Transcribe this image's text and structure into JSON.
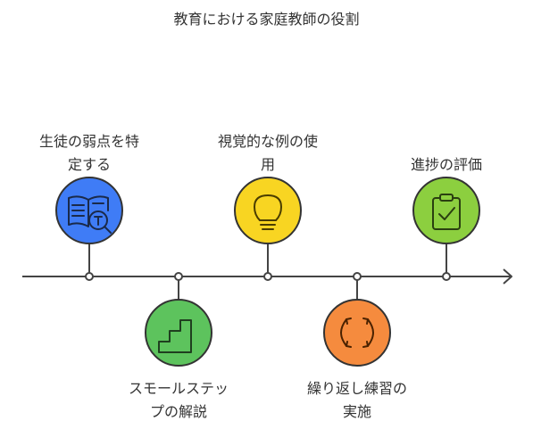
{
  "title": "教育における家庭教師の役割",
  "steps": [
    {
      "label": "生徒の弱点を特\n定する",
      "icon": "book-search-icon",
      "color": "#3f7cf6"
    },
    {
      "label": "スモールステッ\nプの解説",
      "icon": "stairs-icon",
      "color": "#5dc35d"
    },
    {
      "label": "視覚的な例の使\n用",
      "icon": "lightbulb-icon",
      "color": "#f8d522"
    },
    {
      "label": "繰り返し練習の\n実施",
      "icon": "cycle-arrows-icon",
      "color": "#f58b3e"
    },
    {
      "label": "進捗の評価",
      "icon": "clipboard-check-icon",
      "color": "#8ccf3f"
    }
  ]
}
